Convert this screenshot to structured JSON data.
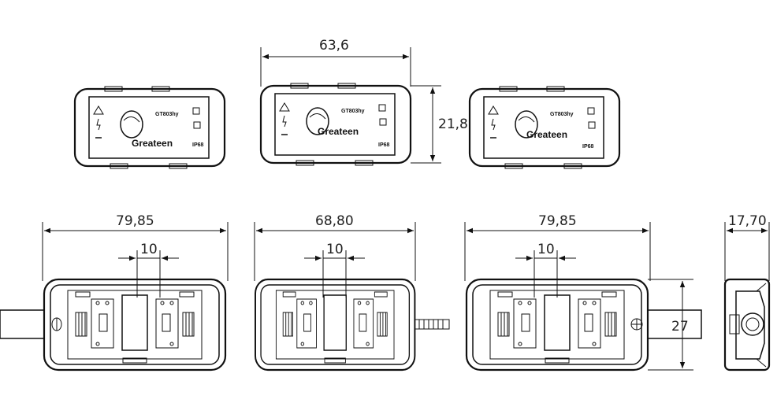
{
  "dimensions": {
    "top_width": "63,6",
    "top_height": "21,8",
    "left_width": "79,85",
    "left_pitch": "10",
    "mid_width": "68,80",
    "mid_pitch": "10",
    "right_width": "79,85",
    "right_pitch": "10",
    "right_height": "27",
    "side_width": "17,70"
  },
  "label": {
    "model": "GT803hy",
    "brand": "Greateen",
    "rating": "IP68"
  }
}
